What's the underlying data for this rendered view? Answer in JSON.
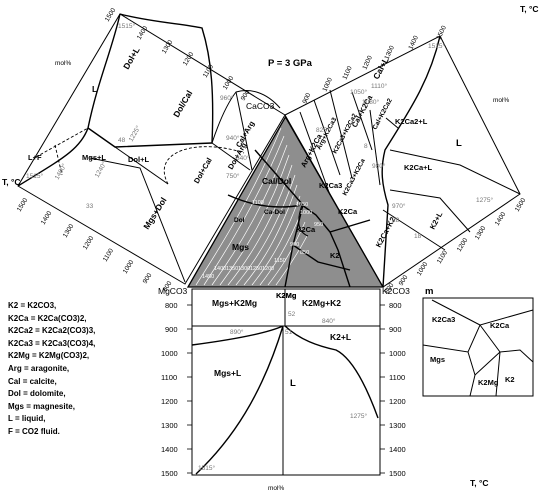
{
  "title": "P = 3 GPa",
  "corners": {
    "mgco3": "MgCO3",
    "k2co3": "K2CO3",
    "caco3": "CaCO3"
  },
  "axes": {
    "temp_label": "T, °C",
    "composition_label": "mol%",
    "temperature_ticks": [
      "800",
      "900",
      "1000",
      "1100",
      "1200",
      "1300",
      "1400",
      "1500"
    ],
    "left_upper_ticks": [
      "1500",
      "1400",
      "1300",
      "1200",
      "1100",
      "1000",
      "900"
    ],
    "right_upper_ticks": [
      "1500",
      "1400",
      "1300",
      "1200",
      "1100",
      "1000",
      "900"
    ],
    "left_lower_ticks": [
      "1500",
      "1400",
      "1300",
      "1200",
      "1100",
      "1000",
      "900",
      "800"
    ],
    "right_lower_ticks": [
      "1500",
      "1400",
      "1300",
      "1200",
      "1100",
      "1000",
      "900",
      "800"
    ]
  },
  "fields": {
    "top_left": [
      "L",
      "Dol+L",
      "Dol/Cal",
      "Cal+Arg",
      "L+F",
      "Mgs+L",
      "Dol+L",
      "Dol+Cal",
      "Dol+Arg",
      "Mgs+Dol"
    ],
    "top_right": [
      "Arg+K2Ca",
      "Cal+K2Ca",
      "Cal+K2Ca2",
      "Cal+L",
      "K2Ca2+L",
      "K2Ca+L",
      "L",
      "K2Ca+K2",
      "K2+L",
      "K2Ca3+K2Ca",
      "K2Ca3+K2Ca2",
      "Arg+K2Ca3"
    ],
    "triangle": [
      "Cal/Dol",
      "Dol",
      "Ca-Dol",
      "Mgs",
      "K2Ca3",
      "K2Ca",
      "K2Ca",
      "K2",
      "K2Mg"
    ],
    "bottom": [
      "Mgs+K2Mg",
      "K2Mg+K2",
      "Mgs+L",
      "L",
      "K2+L",
      "K2Mg"
    ]
  },
  "temperatures": {
    "top_left": [
      "1515°",
      "1225°",
      "1400°",
      "1515°",
      "1240°",
      "960°",
      "940°",
      "840°",
      "750°",
      "48",
      "33"
    ],
    "top_right": [
      "1515°",
      "1110°",
      "1050°",
      "1080°",
      "980°",
      "970°",
      "1275°",
      "825°",
      "8",
      "18",
      "28"
    ],
    "bottom": [
      "890°",
      "840°",
      "1275°",
      "1515°",
      "51",
      "52"
    ],
    "triangle_isotherms": [
      "1450",
      "1400",
      "1350",
      "1300",
      "1250",
      "1200",
      "1150",
      "1100",
      "1050",
      "1000",
      "950",
      "900",
      "850"
    ]
  },
  "legend": [
    {
      "abbr": "K2",
      "text": "= K2CO3,"
    },
    {
      "abbr": "K2Ca",
      "text": "= K2Ca(CO3)2,"
    },
    {
      "abbr": "K2Ca2",
      "text": "= K2Ca2(CO3)3,"
    },
    {
      "abbr": "K2Ca3",
      "text": "= K2Ca3(CO3)4,"
    },
    {
      "abbr": "K2Mg",
      "text": "= K2Mg(CO3)2,"
    },
    {
      "abbr": "Arg",
      "text": "= aragonite,"
    },
    {
      "abbr": "Cal",
      "text": "= calcite,"
    },
    {
      "abbr": "Dol",
      "text": "= dolomite,"
    },
    {
      "abbr": "Mgs",
      "text": "= magnesite,"
    },
    {
      "abbr": "L",
      "text": "= liquid,"
    },
    {
      "abbr": "F",
      "text": "= CO2 fluid."
    }
  ],
  "inset": {
    "label": "m",
    "fields": [
      "K2Ca3",
      "K2Ca",
      "Mgs",
      "K2Mg",
      "K2"
    ]
  }
}
